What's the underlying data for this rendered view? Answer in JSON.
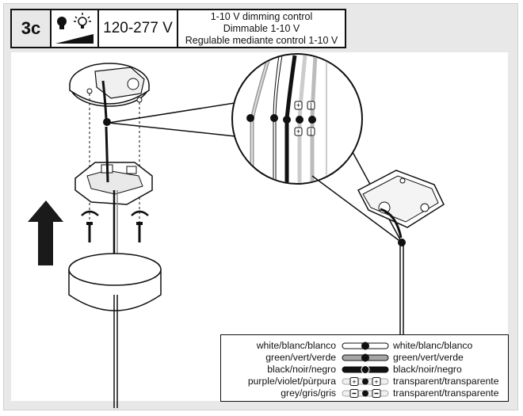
{
  "header": {
    "step": "3c",
    "voltage": "120-277 V",
    "dimming_lines": [
      "1-10 V dimming control",
      "Dimmable 1-10 V",
      "Regulable mediante control 1-10 V"
    ]
  },
  "legend": [
    {
      "left": "white/blanc/blanco",
      "right": "white/blanc/blanco",
      "type": "white"
    },
    {
      "left": "green/vert/verde",
      "right": "green/vert/verde",
      "type": "green"
    },
    {
      "left": "black/noir/negro",
      "right": "black/noir/negro",
      "type": "black"
    },
    {
      "left": "purple/violet/pùrpura",
      "right": "transparent/transparente",
      "type": "purple"
    },
    {
      "left": "grey/gris/gris",
      "right": "transparent/transparente",
      "type": "grey"
    }
  ],
  "colors": {
    "background": "#e8e8e8",
    "line": "#111111",
    "wire_grey": "#9a9a9a",
    "arrow": "#1a1a1a"
  },
  "icons": [
    "bulb-icon",
    "dimmer-light-icon",
    "dimming-ramp-icon",
    "up-arrow-icon",
    "rotate-arrow-icon"
  ]
}
